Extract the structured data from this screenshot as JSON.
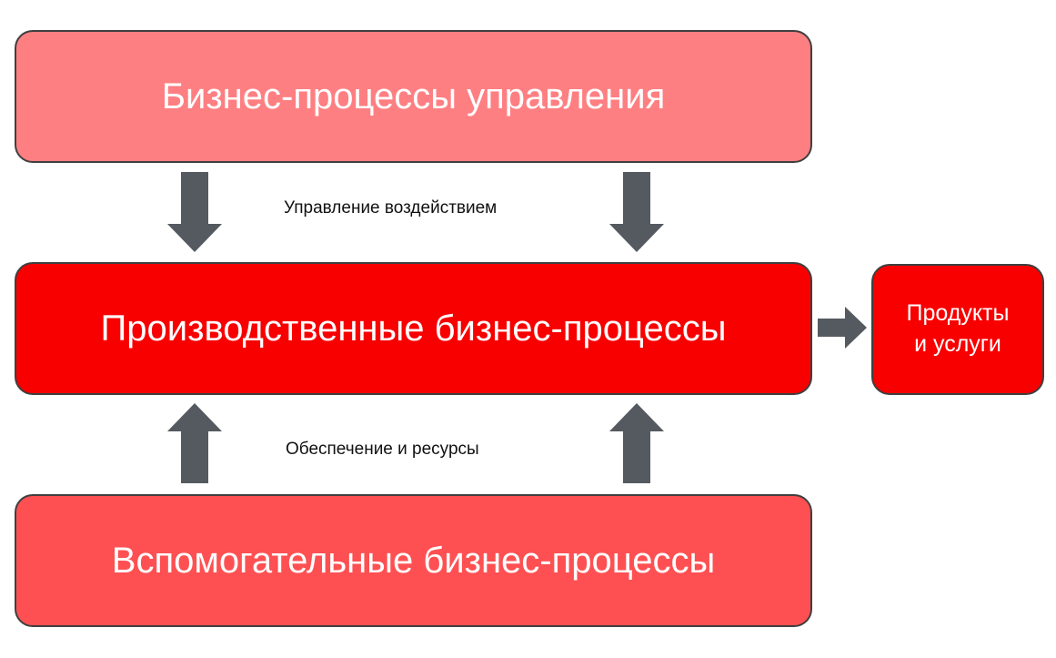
{
  "boxes": {
    "management": "Бизнес-процессы управления",
    "production": "Производственные бизнес-процессы",
    "support": "Вспомогательные бизнес-процессы",
    "products_line1": "Продукты",
    "products_line2": "и услуги"
  },
  "labels": {
    "control": "Управление воздействием",
    "resources": "Обеспечение и ресурсы"
  },
  "colors": {
    "management": "#fe7f82",
    "production": "#f80000",
    "support": "#fe5052",
    "arrow": "#555a60",
    "border": "#3f3f3f"
  }
}
